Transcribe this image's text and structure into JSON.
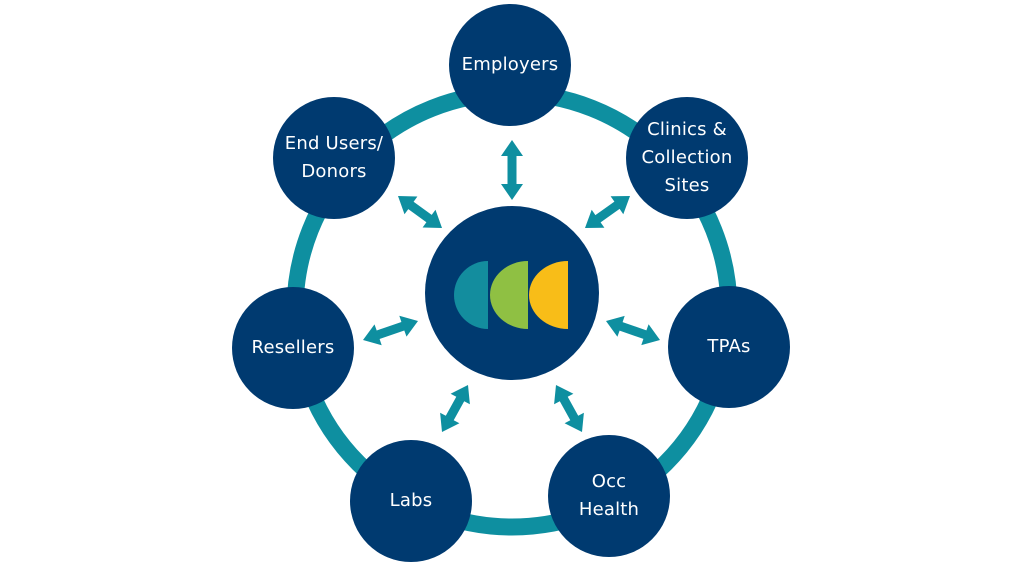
{
  "diagram": {
    "colors": {
      "background": "#ffffff",
      "node_fill": "#003a70",
      "ring": "#0e8fa0",
      "arrow": "#0e8fa0",
      "node_text": "#ffffff",
      "logo_teal": "#138d9e",
      "logo_green": "#8fc043",
      "logo_yellow": "#f8bd18"
    },
    "hub": {
      "name": "central-logo",
      "logo_icon": "three-half-circles-logo"
    },
    "nodes": [
      {
        "id": "employers",
        "label": "Employers"
      },
      {
        "id": "clinics",
        "label": "Clinics &\nCollection\nSites"
      },
      {
        "id": "tpas",
        "label": "TPAs"
      },
      {
        "id": "occ-health",
        "label": "Occ\nHealth"
      },
      {
        "id": "labs",
        "label": "Labs"
      },
      {
        "id": "resellers",
        "label": "Resellers"
      },
      {
        "id": "end-users",
        "label": "End Users/\nDonors"
      }
    ],
    "connections": "bidirectional"
  }
}
